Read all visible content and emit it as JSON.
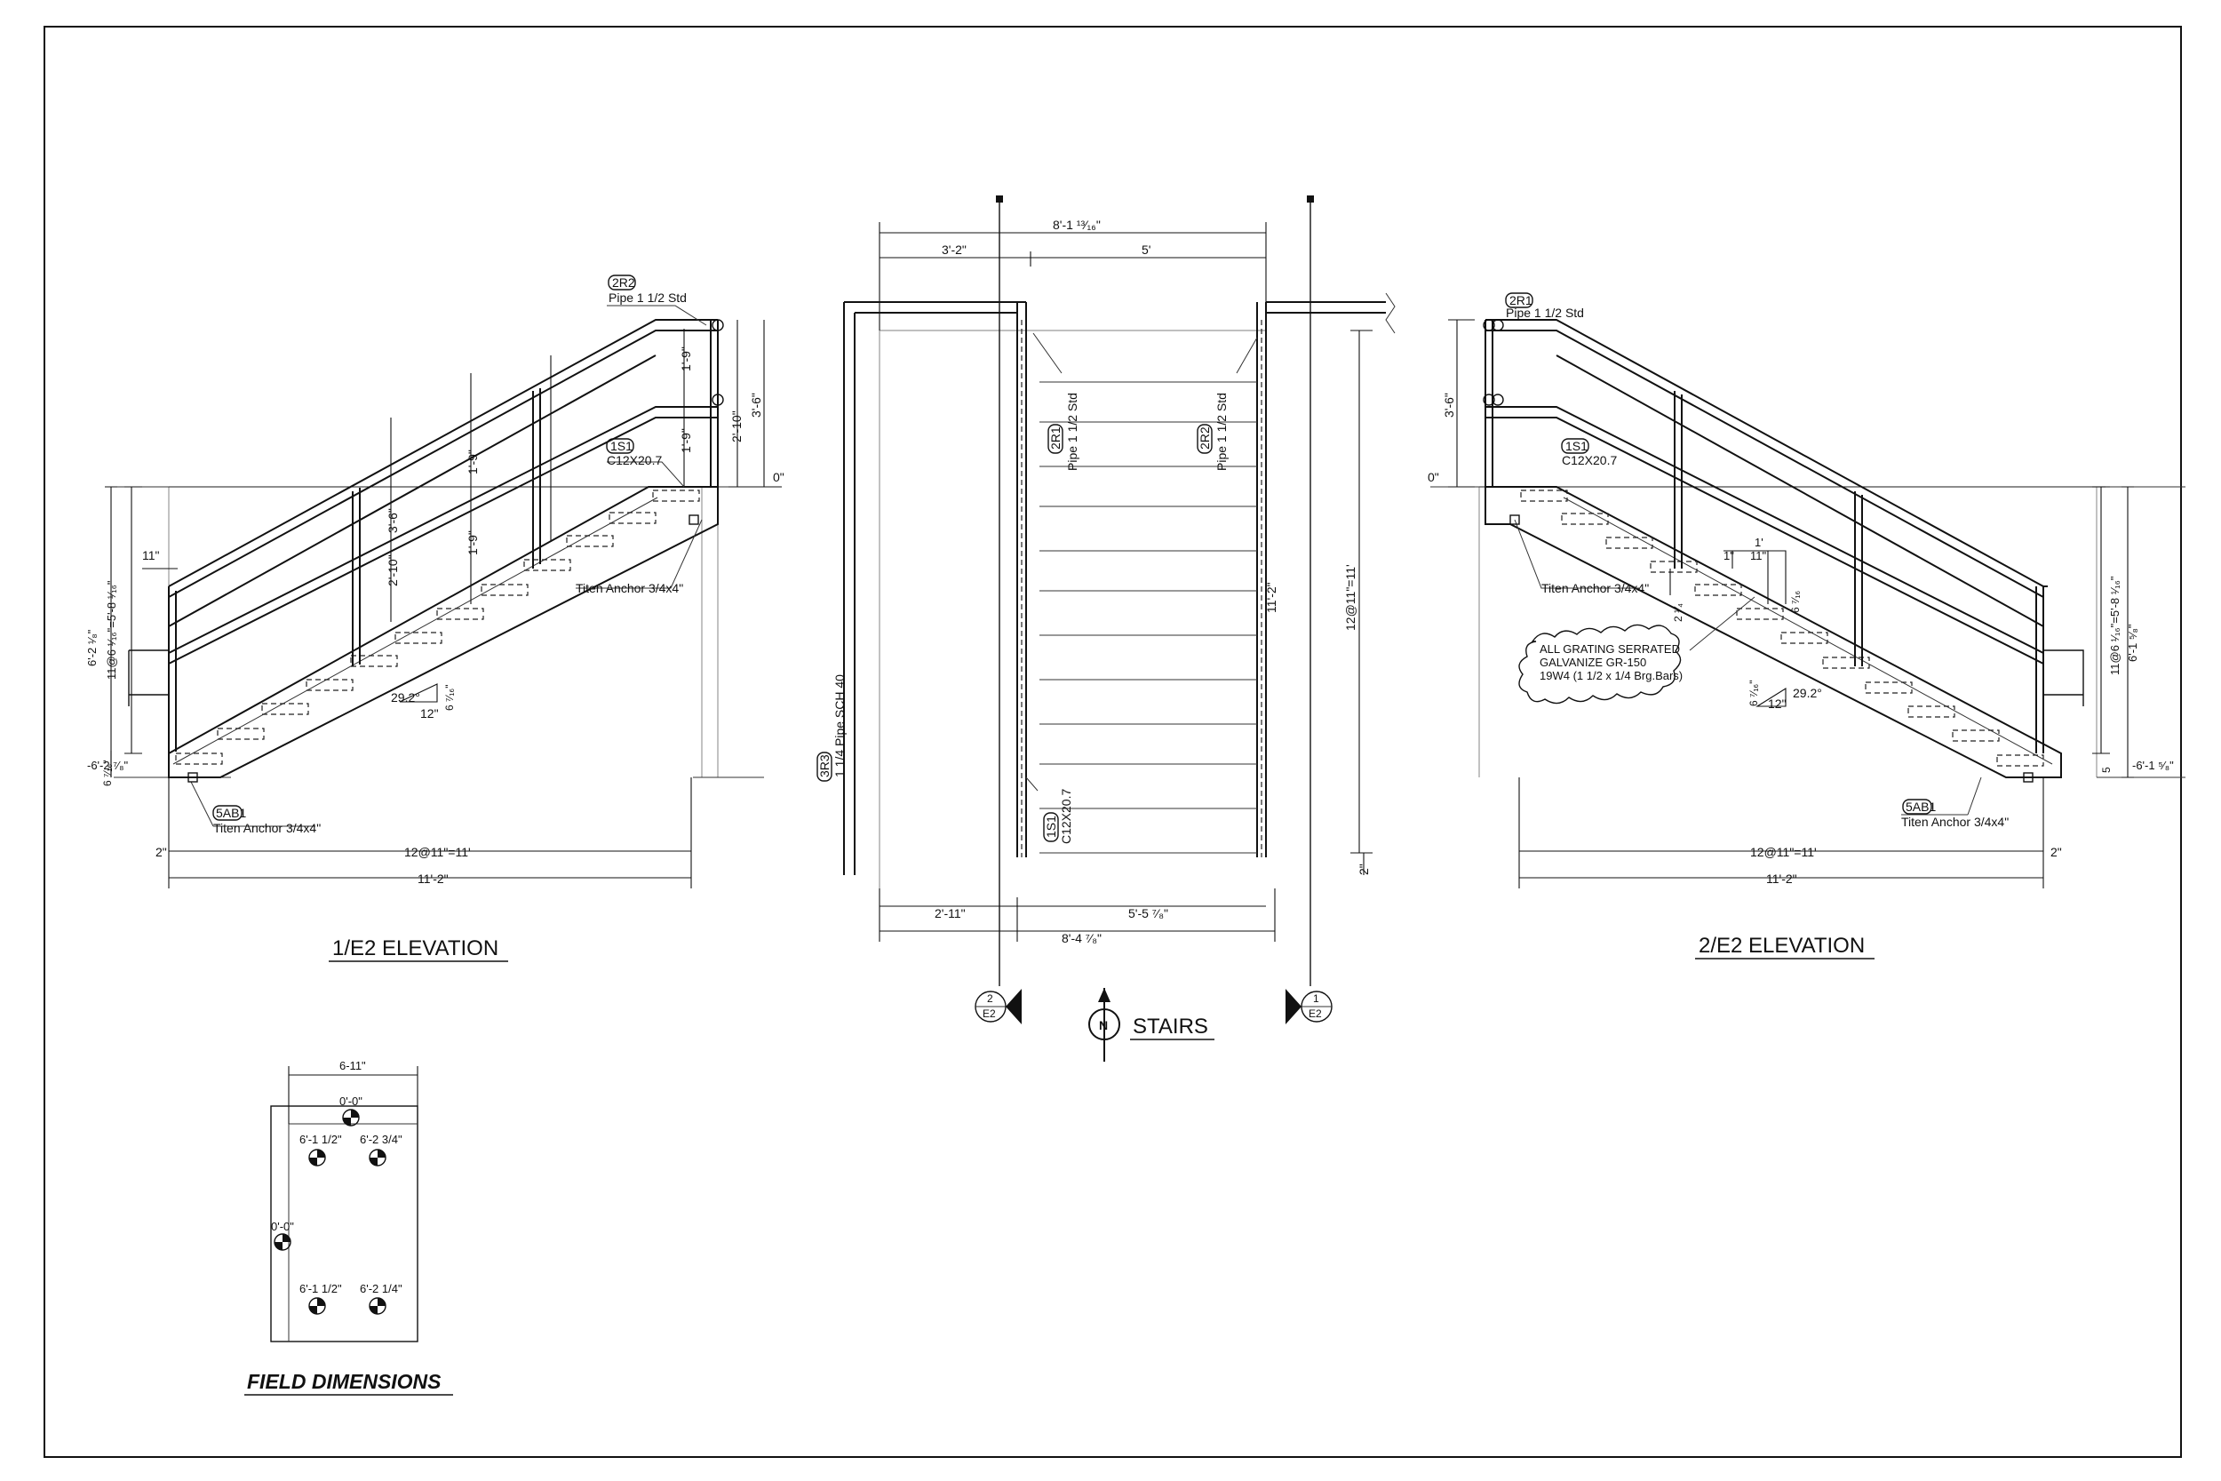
{
  "elev1": {
    "title": "1/E2 ELEVATION",
    "tag_2r2": "2R2",
    "pipe": "Pipe 1 1/2 Std",
    "tag_1s1": "1S1",
    "channel": "C12X20.7",
    "dim_0": "0\"",
    "dim_3_6": "3'-6\"",
    "dim_2_10": "2'-10\"",
    "dim_1_9": "1'-9\"",
    "dim_11": "11\"",
    "rise_total": "11@6 ¹⁄₁₆\"=5'-8 ¹⁄₁₆\"",
    "rise_left": "6'-2 ¹⁄₈\"",
    "neg": "-6'-2 ⁷⁄₈\"",
    "riser": "6 ⁷⁄₁₆\"",
    "angle": "29.2°",
    "run12": "12\"",
    "anchor_top": "Titen Anchor 3/4x4\"",
    "tag_5ab1": "5AB1",
    "anchor_bot": "Titen Anchor 3/4x4\"",
    "dim_2": "2\"",
    "treads": "12@11\"=11'",
    "overall": "11'-2\""
  },
  "plan": {
    "overall_top": "8'-1 ¹³⁄₁₆\"",
    "dim_3_2": "3'-2\"",
    "dim_5": "5'",
    "tag_2r1": "2R1",
    "pipe_a": "Pipe 1 1/2 Std",
    "tag_2r2": "2R2",
    "pipe_b": "Pipe 1 1/2 Std",
    "dim_11_2": "11'-2\"",
    "treads": "12@11\"=11'",
    "dim_2": "2\"",
    "tag_3r3": "3R3",
    "pipe_c": "1 1/4 Pipe SCH 40",
    "tag_1s1": "1S1",
    "channel": "C12X20.7",
    "dim_2_11": "2'-11\"",
    "dim_5_5": "5'-5 ⁷⁄₈\"",
    "overall_bot": "8'-4 ⁷⁄₈\"",
    "marker_left_num": "2",
    "marker_left_sheet": "E2",
    "marker_right_num": "1",
    "marker_right_sheet": "E2",
    "north": "N",
    "title": "STAIRS"
  },
  "elev2": {
    "title": "2/E2 ELEVATION",
    "tag_2r1": "2R1",
    "pipe": "Pipe 1 1/2 Std",
    "tag_1s1": "1S1",
    "channel": "C12X20.7",
    "dim_0": "0\"",
    "dim_3_6": "3'-6\"",
    "anchor_top": "Titen Anchor 3/4x4\"",
    "dim_1": "1'",
    "dim_11": "11\"",
    "dim_1in": "1\"",
    "dim_2q": "2 ¹⁄₄",
    "riser_a": "6 ⁷⁄₁₆",
    "riser_b": "6 ⁷⁄₁₆\"",
    "angle": "29.2°",
    "run12": "12\"",
    "note1": "ALL GRATING SERRATED",
    "note2": "GALVANIZE GR-150",
    "note3": "19W4   (1 1/2 x 1/4 Brg.Bars)",
    "rise_total": "11@6 ¹⁄₁₆\"=5'-8 ¹⁄₁₆\"",
    "rise_right": "6'-1 ⁵⁄₈\"",
    "neg": "-6'-1 ⁵⁄₈\"",
    "dim_5": "5",
    "tag_5ab1": "5AB1",
    "anchor_bot": "Titen Anchor 3/4x4\"",
    "treads": "12@11\"=11'",
    "dim_2": "2\"",
    "overall": "11'-2\""
  },
  "field": {
    "title": "FIELD DIMENSIONS",
    "width": "6-11\"",
    "top": "0'-0\"",
    "tl": "6'-1 1/2\"",
    "tr": "6'-2 3/4\"",
    "left": "0'-0\"",
    "bl": "6'-1 1/2\"",
    "br": "6'-2 1/4\""
  }
}
